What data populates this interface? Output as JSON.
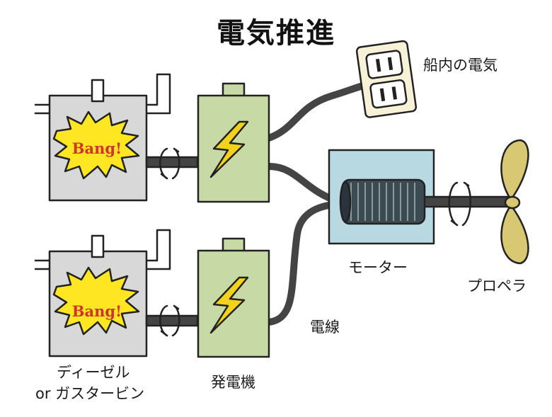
{
  "title": "電気推進",
  "labels": {
    "ship_electricity": "船内の電気",
    "motor": "モーター",
    "propeller": "プロペラ",
    "wire": "電線",
    "engine_line1": "ディーゼル",
    "engine_line2": "or ガスタービン",
    "generator": "発電機"
  },
  "engines": [
    {
      "burst_text": "Bang!"
    },
    {
      "burst_text": "Bang!"
    }
  ],
  "colors": {
    "engine_body": "#d8d8d8",
    "generator_body": "#c7d9a4",
    "lightning": "#f2d21b",
    "motor_box": "#b9d9e2",
    "coil": "#3c4a52",
    "propeller": "#d8c874",
    "outlet": "#f7f1d8",
    "cable": "#4a4a4a"
  }
}
